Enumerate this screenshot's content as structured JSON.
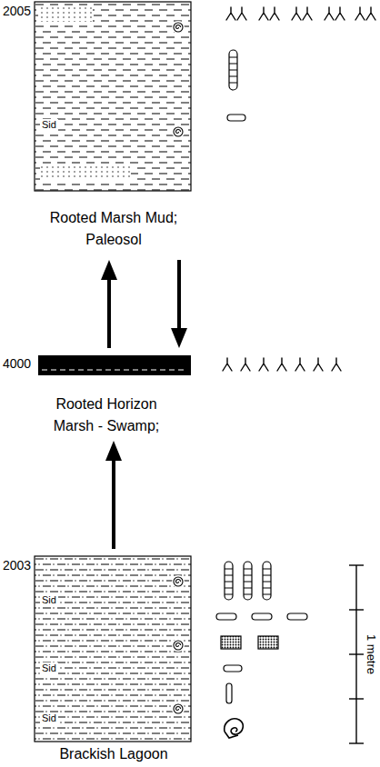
{
  "diagram": {
    "nodes": [
      {
        "text": [
          "2005",
          "Sid",
          "Rooted Marsh Mud; Paleosol"
        ]
      },
      {
        "text": [
          "4000",
          "Rooted Horizon Marsh - Swamp;"
        ]
      },
      {
        "text": [
          "2003",
          "Sid",
          "Sid",
          "Sid",
          "Brackish Lagoon"
        ]
      }
    ],
    "edges": [
      {
        "from": 1,
        "to": 0,
        "arrow": "to"
      },
      {
        "from": 0,
        "to": 1,
        "arrow": "to"
      },
      {
        "from": 2,
        "to": 1,
        "arrow": "to"
      }
    ],
    "labels": [
      "1 metre"
    ]
  }
}
